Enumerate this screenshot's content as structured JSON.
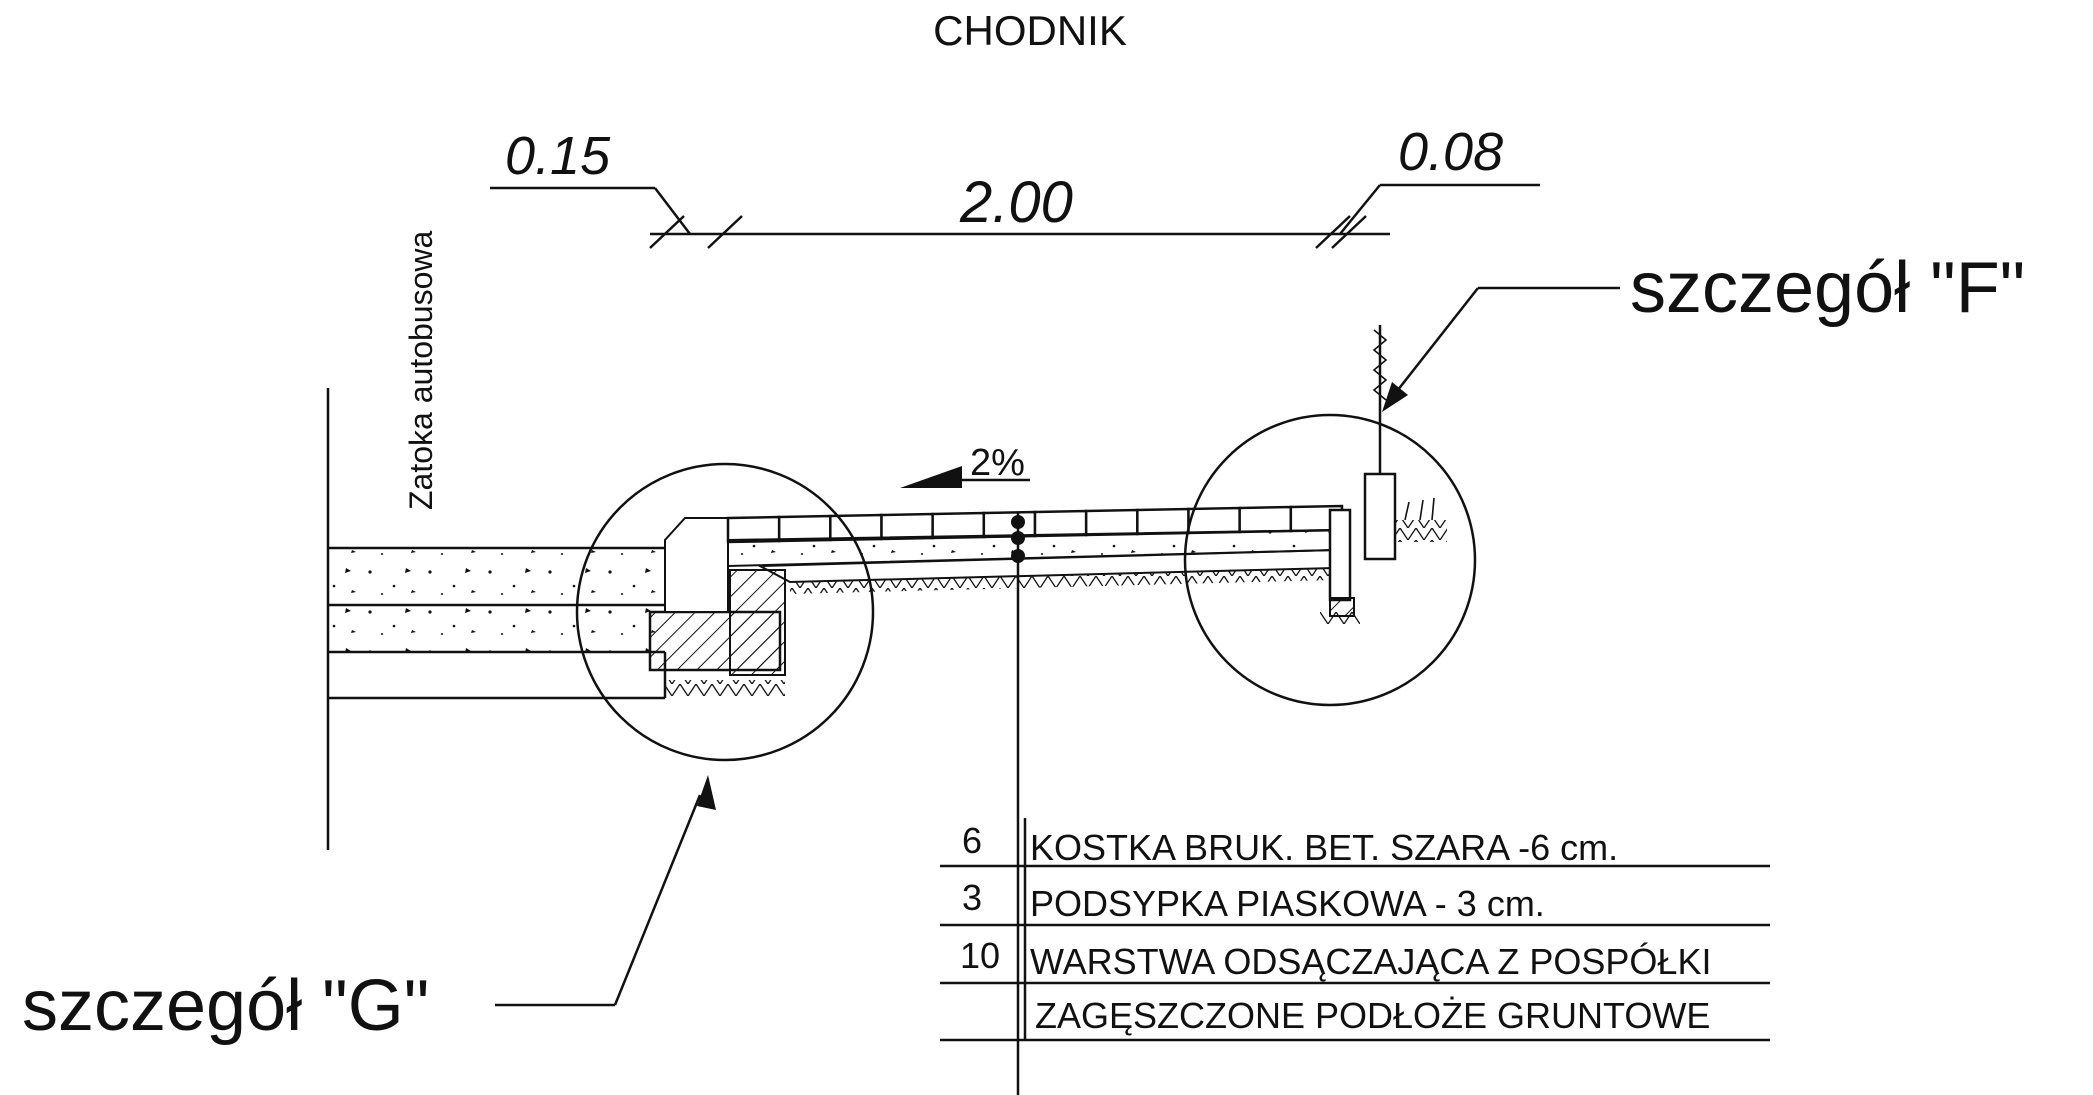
{
  "title": "CHODNIK",
  "side_label": "Zatoka autobusowa",
  "dimensions": {
    "left": "0.15",
    "middle": "2.00",
    "right": "0.08"
  },
  "slope": "2%",
  "details": {
    "f": "szczegół \"F\"",
    "g": "szczegół \"G\""
  },
  "layers": [
    {
      "thickness": "6",
      "description": "KOSTKA BRUK. BET. SZARA -6 cm."
    },
    {
      "thickness": "3",
      "description": "PODSYPKA PIASKOWA - 3 cm."
    },
    {
      "thickness": "10",
      "description": "WARSTWA ODSĄCZAJĄCA  Z POSPÓŁKI"
    },
    {
      "thickness": "",
      "description": "ZAGĘSZCZONE PODŁOŻE GRUNTOWE"
    }
  ],
  "colors": {
    "ink": "#111111",
    "paper": "#ffffff"
  }
}
